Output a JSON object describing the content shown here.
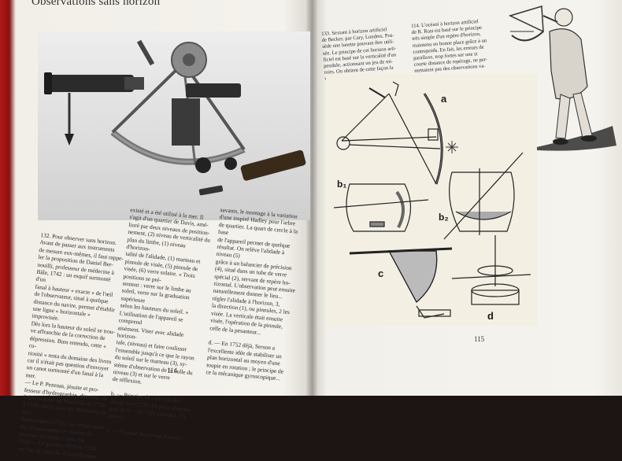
{
  "left_page": {
    "header": "Observations sans horizon",
    "page_number": "114",
    "col1": "132. Pour observer sans horizon.\nAvant de passer aux instruments\nde mesure eux-mêmes, il faut rappe-\nler la proposition de Daniel Ber-\nnouilli, professeur de médecine à\nBâle, 1742 : un esquif surmonté d'un\nfanal à hauteur « exacte » de l'œil\nde l'observateur, situé à quelque\ndistance du navire, permet d'établir\nune ligne « horizontale » improvisée.\nDès lors la hauteur du soleil se trou-\nve affranchie de la correction de\ndépression. Bien entendu, cette « cu-\nriosité » resta du domaine des livres\ncar il n'était pas question d'envoyer\nun canot surmonté d'un fanal à la\nmer.\n— Le P. Pezenas, jésuite et pro-\nfesseur d'hydrographie, directeur de\nl'observatoire de Marseille de 1728\nà 1749, décrit dans les Mémoires de ma-\nthématiques (1755), un certain nom-\nbre d'instruments de mesure de\nhauteur des astres « sans ho-\nrizon ». Le quartier d'Elton, 1730,\nest l'un de ceux-là. Il a réellement",
    "col2": "existé et a été utilisé à la mer. Il\ns'agit d'un quartier de Davis, amé-\nlioré par deux niveaux de position-\nnement, (2) niveau de verticalité du\nplan du limbe, (1) niveau d'horizon-\ntalité de l'alidade, (1) marteau et\npinnule de visée, (5) pinnule de\nvisée, (6) verre solaire. « Trois positions se pré-\nsentent : verre sur le limbe au\nsoleil, verre sur la graduation supérieure\nselon les hauteurs du soleil. »\nL'utilisation de l'appareil se comprend\naisément. Viser avec alidade horizon-\ntale, (niveau) et faire coulisser\nl'ensemble jusqu'à ce que le rayon\ndu soleil sur le marteau (3), sy-\nstème d'observation de la bulle du\nniveau (3) et sur le verre\nde réflexion.\n\nb. — Principe du cadre de Ra-\ndouay vers 1720. En pour observa-\ntion de H > 45°. (2) pinnules, (3)\nmiroir.\n\nc. — Comme beaucoup d'autres",
    "col3": "savants, le montage à la variation\nd'une inspiré Hadley pour l'arbre\nde quartier. La quart de cercle à la base\nde l'appareil permet de quelque\nrésultat. On relève l'alidade à niveau (5)\ngrâce à un balancier de précision\n(4), situé dans un tube de verre\nspécial (2), servant de repère ho-\nrizontal. L'observation peut ensuite\nnaturellement donner le lieu...\nrégler l'alidade à l'horizon, 3,\nla direction (1), ou pinnules, 2 les\nvisée. La verticale était ensuite\nvisée, l'opération de la pinnule,\ncelle de la pesanteur...\n\nd. — En 1752 déjà, Serson a\nl'excellente idée de stabiliser un\nplan horizontal au moyen d'une\ntoupie en rotation ; le principe de\nce la mécanique gyroscopique..."
  },
  "right_page": {
    "caption_133": "133. Sextant à horizon artificiel\nde Becker, par Cary, Londres. Pos-\nsède une lunette pouvant être utili-\nsée. Le principe de cet horizon arti-\nficiel est basé sur la verticalité d'un\npendule, actionnant un jeu de mi-\nroirs. On obtient de cette façon la\nverticale apparente.",
    "caption_114": "114. L'océani à horizon artificiel\nde R. Rust est basé sur le principe\ntrès simple d'un repère d'horizon,\nmaintenu en bonne place grâce à un\ncontrepoids. En fait, les erreurs de\nparallaxe, trop fortes sur une si\ncourte distance de repérage, ne per-\nmettaient pas des observations va-\nlables.",
    "page_number": "115",
    "diagram_labels": {
      "a": "a",
      "b1": "b₁",
      "b2": "b₂",
      "c": "c",
      "d": "d"
    }
  },
  "colors": {
    "cover_red": "#b01818",
    "paper": "#f4f2ec",
    "ink": "#2a2a2a"
  }
}
